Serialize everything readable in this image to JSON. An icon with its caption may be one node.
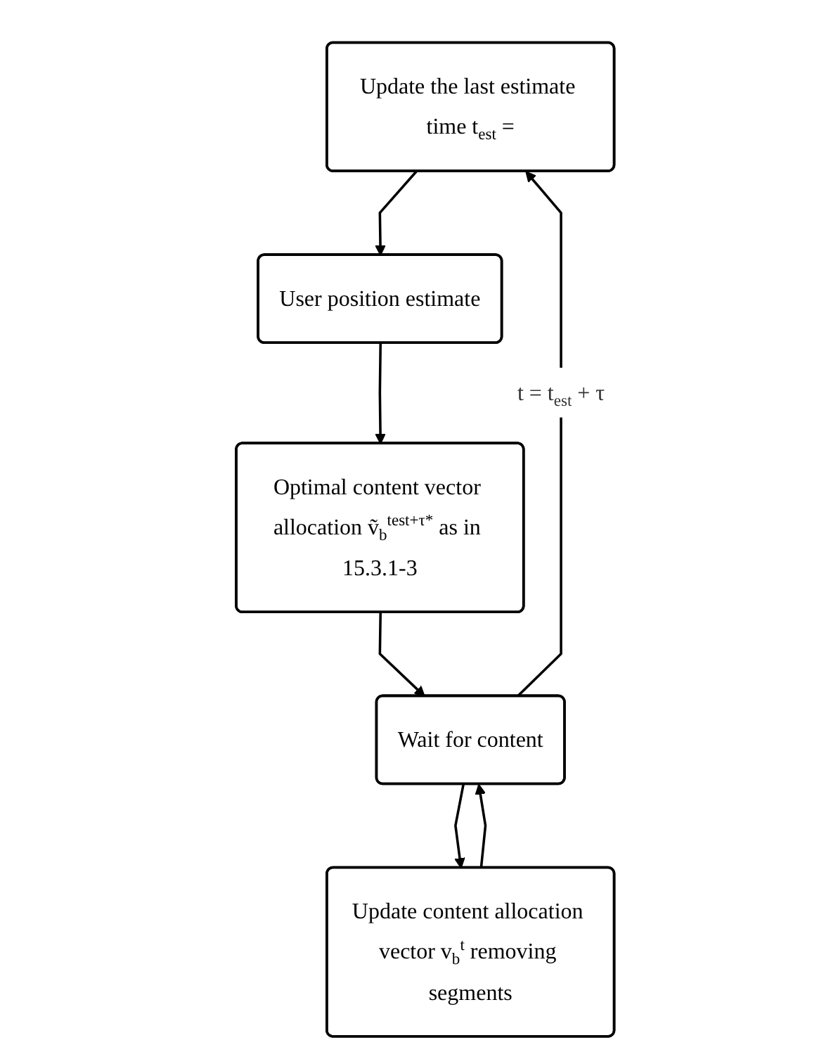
{
  "diagram": {
    "nodes": [
      {
        "text": [
          "Update the last estimate time t$_{est}$ ="
        ]
      },
      {
        "text": [
          "User position estimate"
        ]
      },
      {
        "text": [
          "Optimal content vector allocation ṽ$_{b}$$^{test+τ*}$ as in 15.3.1-3"
        ]
      },
      {
        "text": [
          "Wait for content"
        ]
      },
      {
        "text": [
          "Update content allocation vector v$_{b}$$^{t}$ removing segments"
        ]
      }
    ],
    "edges": [
      {
        "from": 0,
        "to": 1,
        "arrow": "to"
      },
      {
        "from": 1,
        "to": 2,
        "arrow": "to"
      },
      {
        "from": 2,
        "to": 3,
        "arrow": "to"
      },
      {
        "from": 3,
        "to": 4,
        "arrow": "to"
      },
      {
        "from": 4,
        "to": 3,
        "arrow": "to"
      },
      {
        "from": 3,
        "to": 0,
        "label": "t =  t$_{est}$ + τ",
        "arrow": "to"
      }
    ]
  }
}
